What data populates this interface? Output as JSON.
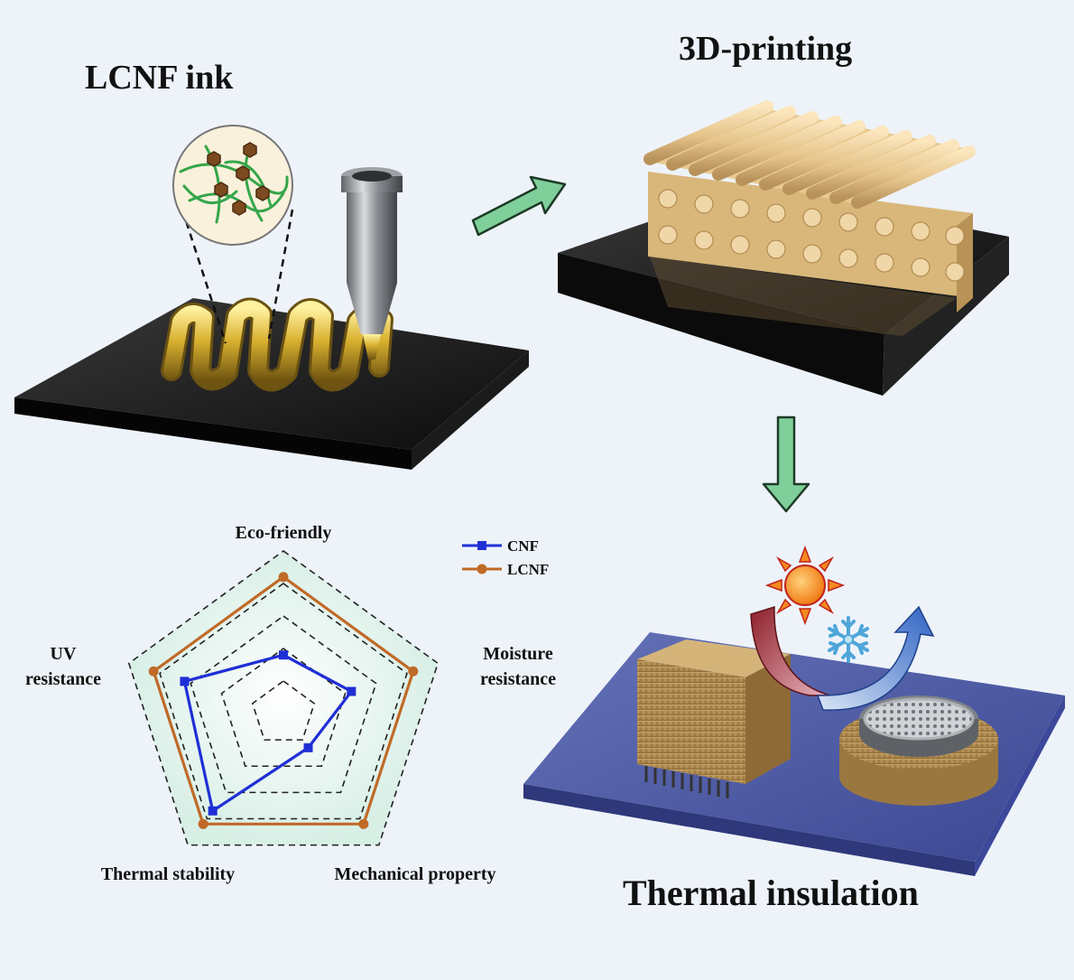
{
  "labels": {
    "ink": "LCNF ink",
    "printing": "3D-printing",
    "insulation": "Thermal insulation"
  },
  "chart_data": {
    "type": "radar",
    "axes": [
      "Eco-friendly",
      "Moisture resistance",
      "Mechanical property",
      "Thermal stability",
      "UV resistance"
    ],
    "axis_label_lines": {
      "moisture": [
        "Moisture",
        "resistance"
      ],
      "uv": [
        "UV",
        "resistance"
      ]
    },
    "levels": 5,
    "rmax": 5,
    "series": [
      {
        "name": "CNF",
        "color": "#1f2fd6",
        "values": [
          1.8,
          2.2,
          1.3,
          3.7,
          3.2
        ]
      },
      {
        "name": "LCNF",
        "color": "#c06a28",
        "values": [
          4.2,
          4.2,
          4.2,
          4.2,
          4.2
        ]
      }
    ]
  },
  "colors": {
    "arrow_green": "#7fcf9a",
    "base_plate": "#141414",
    "blue_plate": "#4b5aa6",
    "ink_gold": "#d9b63a",
    "scaffold": "#e9c98f",
    "foam": "#b8945a"
  },
  "icons": [
    "nozzle-icon",
    "sun-icon",
    "snowflake-icon",
    "hot-arrow-icon",
    "cold-arrow-icon"
  ]
}
